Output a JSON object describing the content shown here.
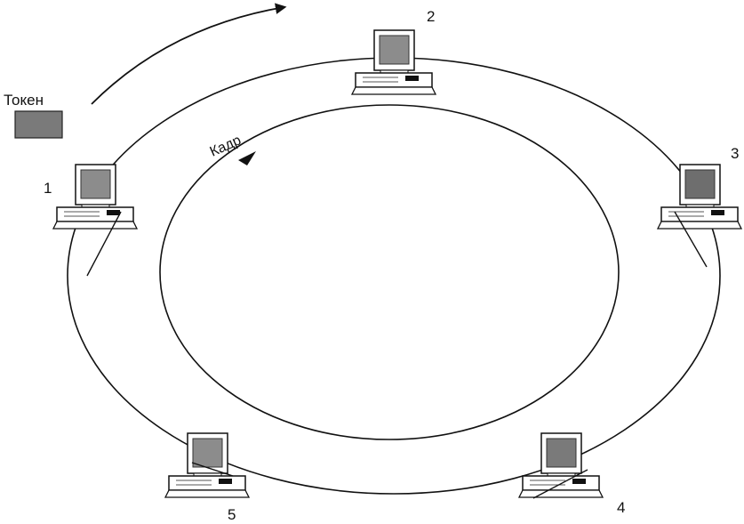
{
  "token": {
    "label": "Токен",
    "color": "#7a7a7a"
  },
  "frame": {
    "label": "Кадр"
  },
  "stations": [
    {
      "id": "1",
      "label": "1"
    },
    {
      "id": "2",
      "label": "2"
    },
    {
      "id": "3",
      "label": "3"
    },
    {
      "id": "4",
      "label": "4"
    },
    {
      "id": "5",
      "label": "5"
    }
  ],
  "colors": {
    "line": "#111111",
    "screen": "#8c8c8c",
    "background": "#ffffff"
  }
}
